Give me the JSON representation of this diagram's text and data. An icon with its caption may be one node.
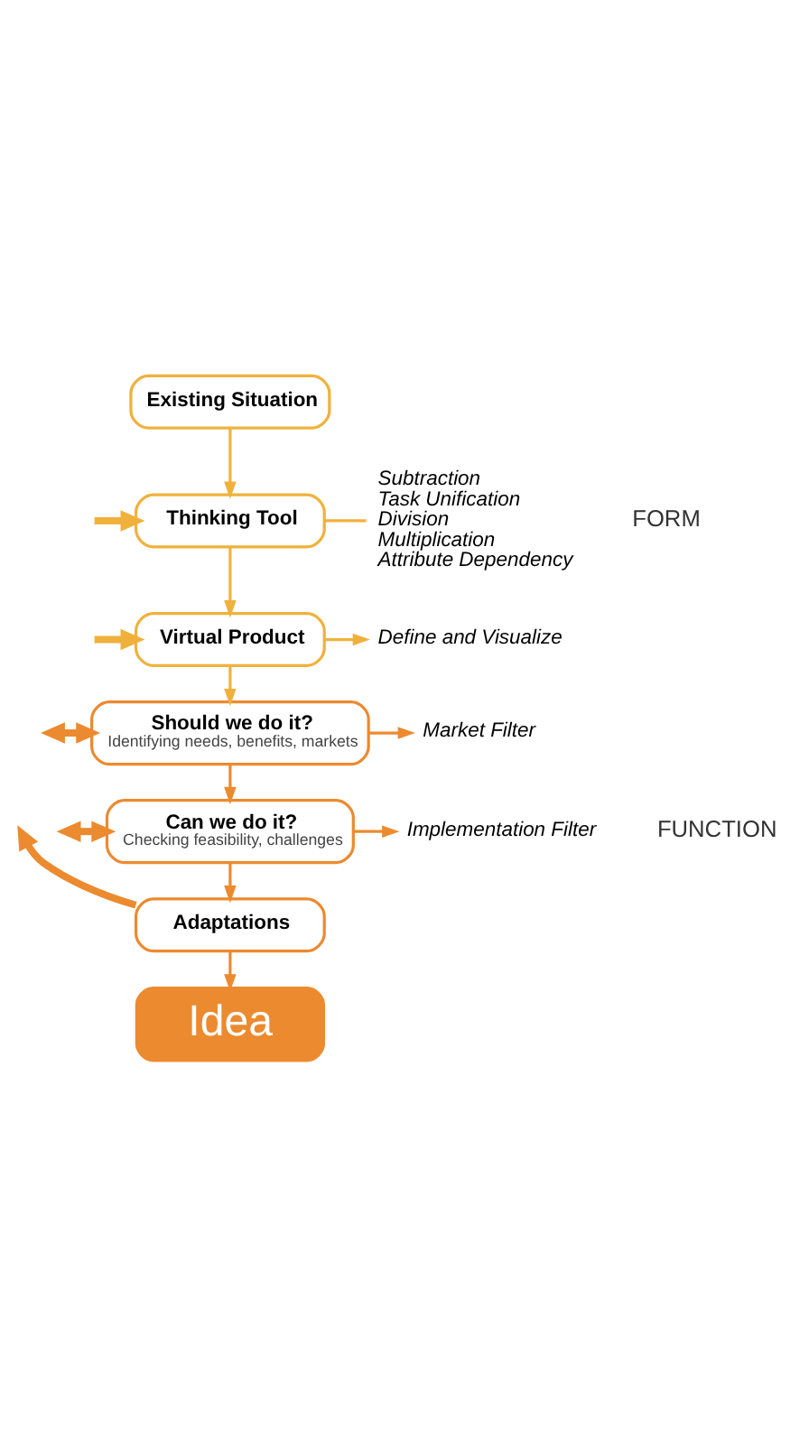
{
  "diagram": {
    "nodes": [
      {
        "text": [
          "Existing Situation"
        ]
      },
      {
        "text": [
          "Thinking Tool"
        ]
      },
      {
        "text": [
          "Virtual Product"
        ]
      },
      {
        "text": [
          "Should we do it?",
          "Identifying needs, benefits, markets"
        ]
      },
      {
        "text": [
          "Can we do it?",
          "Checking feasibility, challenges"
        ]
      },
      {
        "text": [
          "Adaptations"
        ]
      },
      {
        "text": [
          "Idea"
        ]
      },
      {
        "text": [
          "Subtraction",
          "Task Unification",
          "Division",
          "Multiplication",
          "Attribute Dependency"
        ]
      },
      {
        "text": [
          "Define and Visualize"
        ]
      },
      {
        "text": [
          "Market Filter"
        ]
      },
      {
        "text": [
          "Implementation Filter"
        ]
      }
    ],
    "edges": [
      {
        "from": 0,
        "to": 1,
        "arrow": "to",
        "color": "#f0b13c"
      },
      {
        "from": 1,
        "to": 2,
        "arrow": "to",
        "color": "#f0b13c"
      },
      {
        "from": 2,
        "to": 3,
        "arrow": "to",
        "color": "#f0b13c"
      },
      {
        "from": 3,
        "to": 4,
        "arrow": "to"
      },
      {
        "from": 4,
        "to": 5,
        "arrow": "to"
      },
      {
        "from": 5,
        "to": 6,
        "arrow": "to"
      },
      {
        "from": 1,
        "to": 7,
        "arrow": "none",
        "color": "#f0b13c"
      },
      {
        "from": 2,
        "to": 8,
        "arrow": "to",
        "color": "#f0b13c"
      },
      {
        "from": 3,
        "to": 9,
        "arrow": "to"
      },
      {
        "from": 4,
        "to": 10,
        "arrow": "to"
      },
      {
        "from": null,
        "to": 1,
        "arrow": "to",
        "style": "thick",
        "color": "#f0b13c"
      },
      {
        "from": null,
        "to": 2,
        "arrow": "to",
        "style": "thick",
        "color": "#f0b13c"
      },
      {
        "from": null,
        "to": 3,
        "arrow": "both",
        "style": "thick"
      },
      {
        "from": null,
        "to": 4,
        "arrow": "both",
        "style": "thick"
      },
      {
        "from": 5,
        "to": null,
        "arrow": "to",
        "style": "thick"
      }
    ],
    "labels": [
      "FORM",
      "FUNCTION"
    ]
  }
}
